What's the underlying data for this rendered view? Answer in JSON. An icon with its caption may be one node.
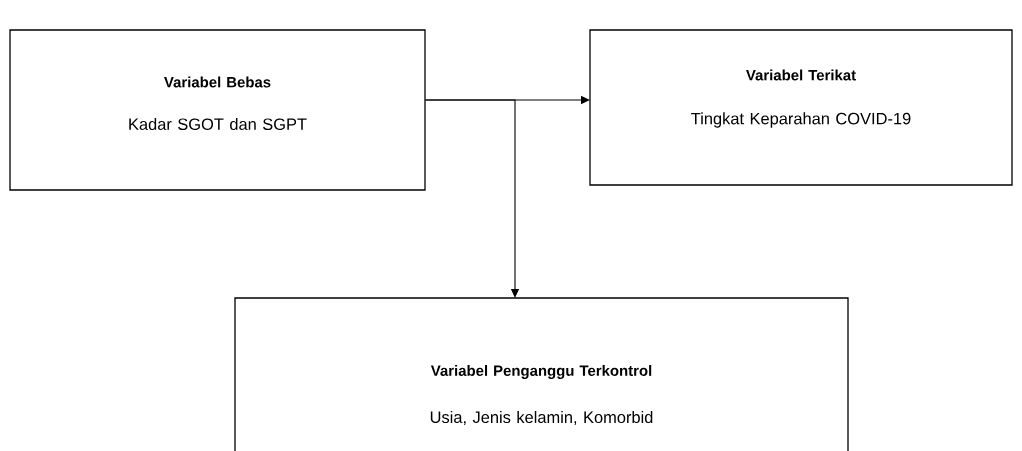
{
  "diagram": {
    "nodes": [
      {
        "text": [
          "Variabel Bebas",
          "Kadar SGOT dan SGPT"
        ]
      },
      {
        "text": [
          "Variabel Terikat",
          "Tingkat Keparahan COVID-19"
        ]
      },
      {
        "text": [
          "Variabel Penganggu Terkontrol",
          "Usia, Jenis kelamin, Komorbid"
        ]
      }
    ],
    "edges": [
      {
        "from": 0,
        "to": 1,
        "arrow": "to"
      },
      {
        "from": 0,
        "to": 2,
        "arrow": "to"
      }
    ]
  }
}
